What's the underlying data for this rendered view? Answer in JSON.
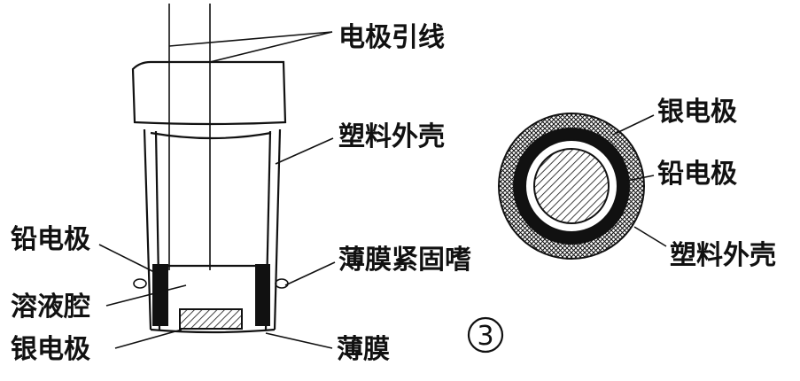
{
  "labels": {
    "lead_wire": "电极引线",
    "plastic_shell_left": "塑料外壳",
    "lead_electrode_left": "铅电极",
    "membrane_fastener": "薄膜紧固嗜",
    "solution_cavity": "溶液腔",
    "silver_electrode_left": "银电极",
    "membrane": "薄膜",
    "figure_number": "3",
    "silver_electrode_right": "银电极",
    "lead_electrode_right": "铅电极",
    "plastic_shell_right": "塑料外壳"
  },
  "colors": {
    "ink": "#111111",
    "paper": "#ffffff"
  }
}
